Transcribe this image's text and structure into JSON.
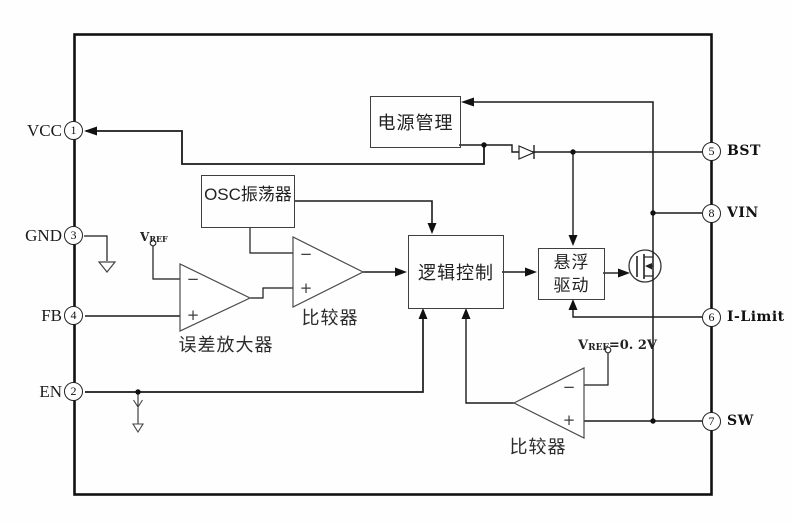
{
  "colors": {
    "line": "#1a1a1a",
    "background": "#ffffff",
    "box_stroke": "#3f3f3f"
  },
  "diagram": {
    "blocks": {
      "power_management": "电源管理",
      "oscillator": "OSC振荡器",
      "logic_control": "逻辑控制",
      "floating_driver_line1": "悬浮",
      "floating_driver_line2": "驱动",
      "error_amplifier_label": "误差放大器",
      "comparator1_label": "比较器",
      "comparator2_label": "比较器"
    },
    "pins": {
      "vcc": {
        "label": "VCC",
        "number": "1"
      },
      "gnd": {
        "label": "GND",
        "number": "3"
      },
      "fb": {
        "label": "FB",
        "number": "4"
      },
      "en": {
        "label": "EN",
        "number": "2"
      },
      "bst": {
        "label": "BST",
        "number": "5"
      },
      "vin": {
        "label": "VIN",
        "number": "8"
      },
      "ilimit": {
        "label": "I-Limit",
        "number": "6"
      },
      "sw": {
        "label": "SW",
        "number": "7"
      }
    },
    "references": {
      "vref": {
        "base": "V",
        "sub": "REF",
        "suffix": ""
      },
      "vref_02": {
        "base": "V",
        "sub": "REF",
        "suffix": "=0. 2V"
      }
    },
    "signs": {
      "plus": "+",
      "minus": "−"
    }
  }
}
